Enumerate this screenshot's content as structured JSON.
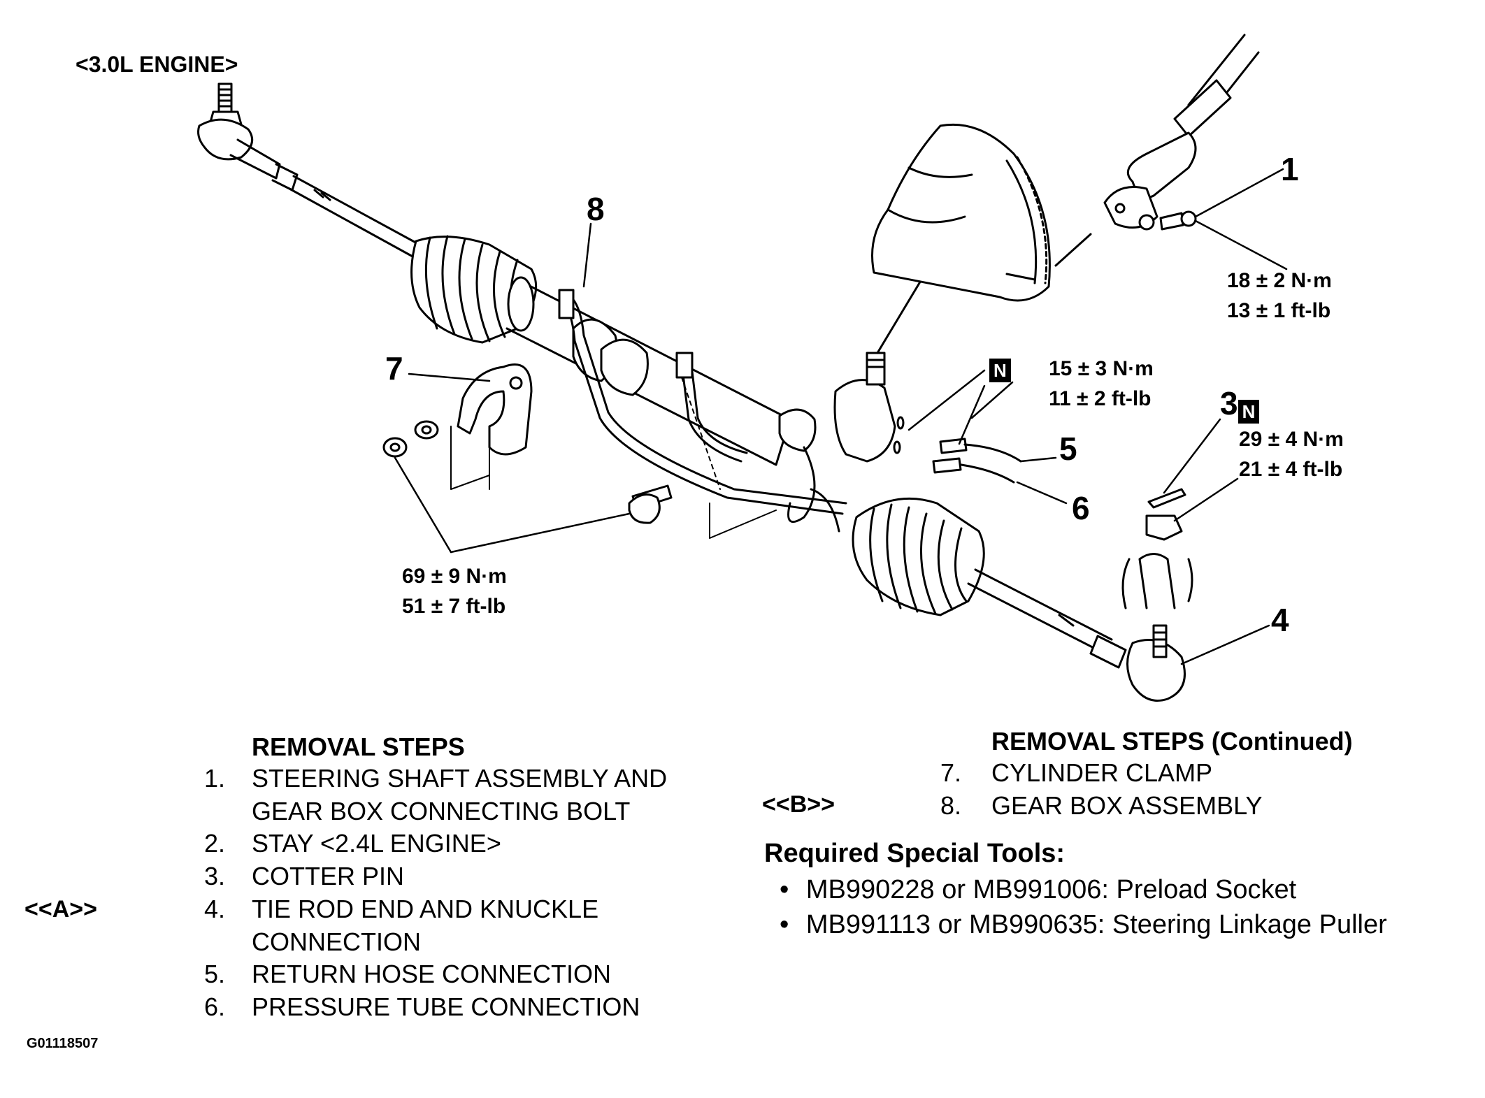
{
  "engine_label": "<3.0L ENGINE>",
  "callouts": {
    "c1": "1",
    "c3": "3",
    "c4": "4",
    "c5": "5",
    "c6": "6",
    "c7": "7",
    "c8": "8",
    "n_badge": "N"
  },
  "torques": {
    "t1_nm": "18 ± 2 N·m",
    "t1_ft": "13 ± 1 ft-lb",
    "t5_nm": "15 ± 3 N·m",
    "t5_ft": "11 ± 2 ft-lb",
    "t3_nm": "29 ± 4 N·m",
    "t3_ft": "21 ± 4 ft-lb",
    "t7_nm": "69 ± 9 N·m",
    "t7_ft": "51 ± 7 ft-lb"
  },
  "removal_steps": {
    "heading": "REMOVAL STEPS",
    "items": [
      {
        "num": "1.",
        "line1": "STEERING SHAFT ASSEMBLY AND",
        "line2": "GEAR BOX CONNECTING BOLT"
      },
      {
        "num": "2.",
        "line1": "STAY <2.4L ENGINE>"
      },
      {
        "num": "3.",
        "line1": "COTTER PIN"
      },
      {
        "num": "4.",
        "line1": "TIE ROD END AND KNUCKLE",
        "line2": "CONNECTION",
        "code": "<<A>>"
      },
      {
        "num": "5.",
        "line1": "RETURN HOSE CONNECTION"
      },
      {
        "num": "6.",
        "line1": "PRESSURE TUBE CONNECTION"
      }
    ]
  },
  "removal_steps_continued": {
    "heading": "REMOVAL STEPS (Continued)",
    "items": [
      {
        "num": "7.",
        "line1": "CYLINDER CLAMP"
      },
      {
        "num": "8.",
        "line1": "GEAR BOX ASSEMBLY",
        "code": "<<B>>"
      }
    ]
  },
  "special_tools": {
    "heading": "Required Special Tools:",
    "bullet": "•",
    "items": [
      "MB990228 or MB991006: Preload Socket",
      "MB991113 or MB990635: Steering Linkage Puller"
    ]
  },
  "figure_id": "G01118507"
}
